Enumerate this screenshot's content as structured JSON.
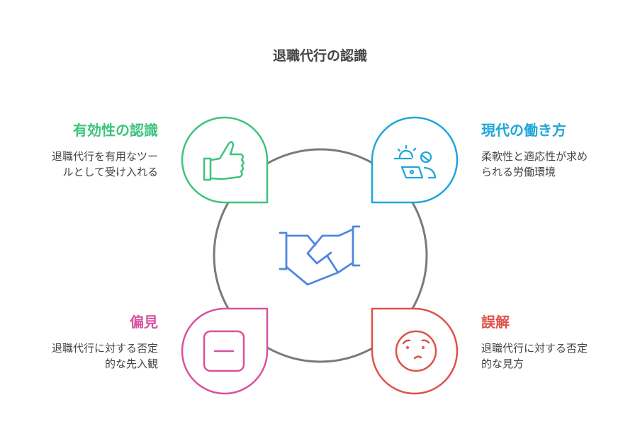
{
  "title": "退職代行の認識",
  "colors": {
    "green": "#3cc47c",
    "blue": "#1fa6d8",
    "pink": "#d9519f",
    "red": "#e0504a",
    "center": "#4f87e0",
    "ring": "#7a7a7a"
  },
  "sections": {
    "effectiveness": {
      "heading": "有効性の認識",
      "desc_lines": [
        "退職代行を有用なツー",
        "ルとして受け入れる"
      ],
      "icon": "thumbs-up-icon"
    },
    "modern_work": {
      "heading": "現代の働き方",
      "desc_lines": [
        "柔軟性と適応性が求め",
        "られる労働環境"
      ],
      "icon": "remote-work-icon"
    },
    "prejudice": {
      "heading": "偏見",
      "desc_lines": [
        "退職代行に対する否定",
        "的な先入観"
      ],
      "icon": "minus-square-icon"
    },
    "misunderstanding": {
      "heading": "誤解",
      "desc_lines": [
        "退職代行に対する否定",
        "的な見方"
      ],
      "icon": "confused-face-icon"
    }
  },
  "center_icon": "handshake-icon"
}
